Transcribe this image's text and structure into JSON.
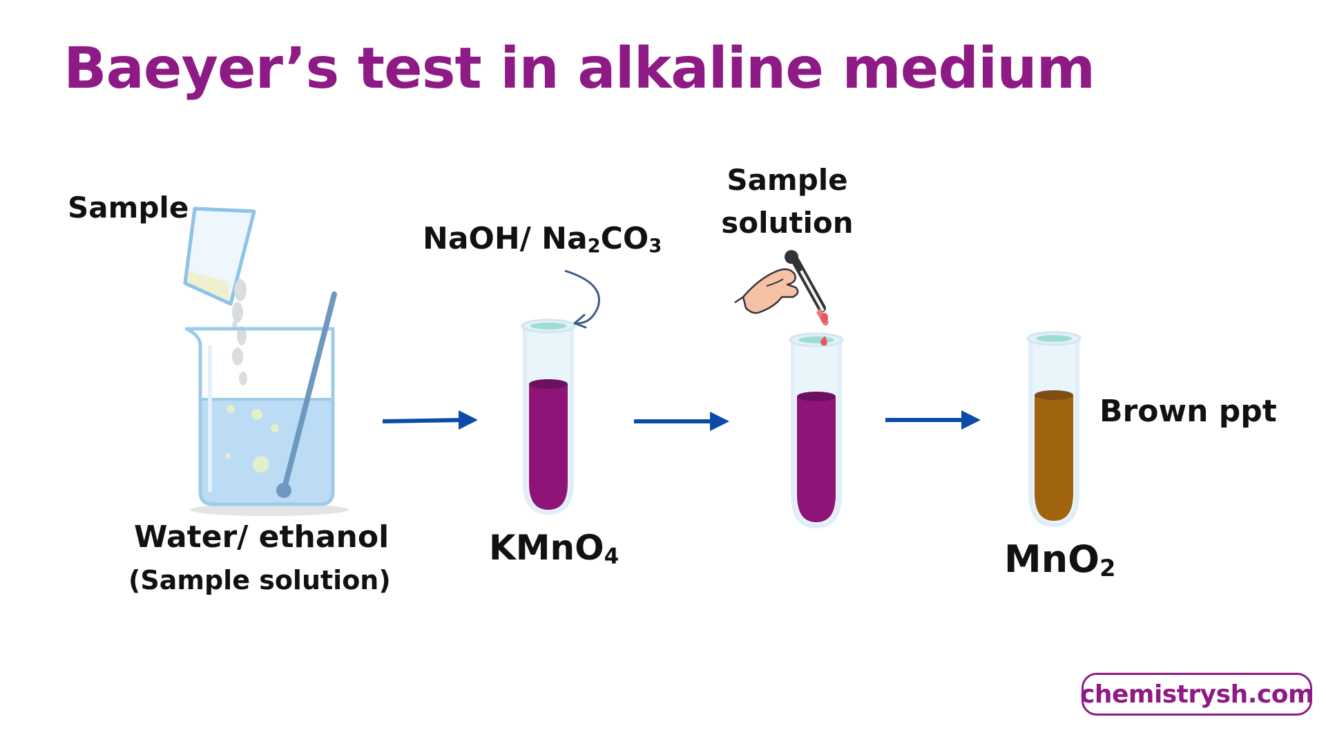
{
  "title": "Baeyer’s test  in alkaline medium",
  "labels": {
    "sample": "Sample",
    "solvent": "Water/ ethanol",
    "solvent_note": "(Sample solution)",
    "base_prefix": "NaOH/ Na",
    "base_sub1": "2",
    "base_mid": "CO",
    "base_sub2": "3",
    "reagent_main": "KMnO",
    "reagent_sub": "4",
    "dropper_line1": "Sample",
    "dropper_line2": "solution",
    "result": "Brown ppt",
    "product_main": "MnO",
    "product_sub": "2"
  },
  "watermark": "chemistrysh.com",
  "colors": {
    "title": "#8e1a85",
    "kmno4_solution": "#8e1478",
    "mno2_precipitate": "#a0640e",
    "arrow": "#0b4ba8",
    "beaker_water": "#bcdcf5",
    "glass": "#9ccbe9"
  },
  "icons": [
    "sample-cup-icon",
    "beaker-icon",
    "stirring-rod-icon",
    "test-tube-icon",
    "dropper-hand-icon",
    "curved-arrow-icon",
    "flow-arrow-icon"
  ]
}
